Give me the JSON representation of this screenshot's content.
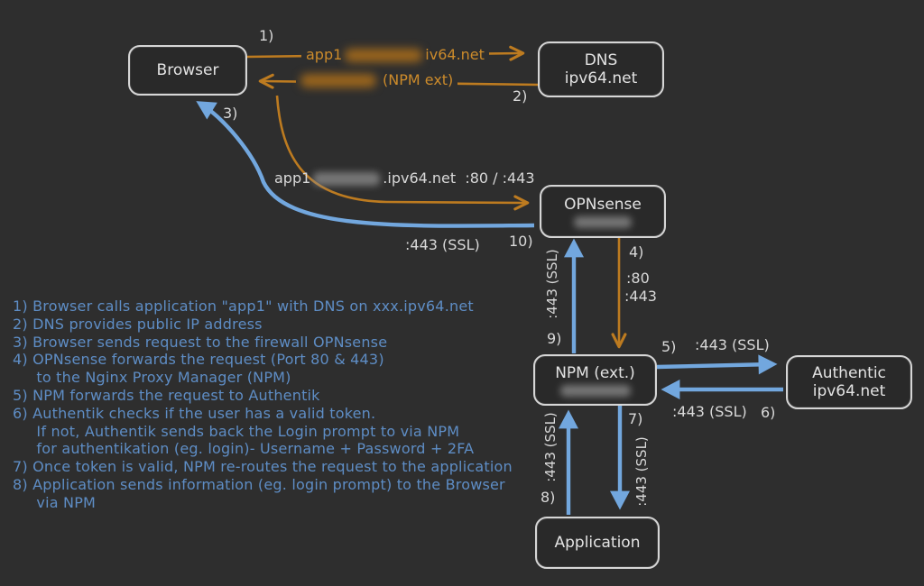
{
  "colors": {
    "background": "#2e2e2e",
    "orange_arrow": "#bd7b20",
    "orange_text": "#cc8b2b",
    "blue_arrow": "#72a7de",
    "legend_text": "#5e8dc5",
    "white_text": "#d9d9d9",
    "box_border": "#d6d6d6"
  },
  "nodes": {
    "browser": {
      "label": "Browser"
    },
    "dns": {
      "line1": "DNS",
      "line2": "ipv64.net"
    },
    "opnsense": {
      "line1": "OPNsense",
      "line2_redacted": true
    },
    "npm": {
      "line1": "NPM (ext.)",
      "line2_redacted": true
    },
    "authentik": {
      "line1": "Authentic",
      "line2": "ipv64.net"
    },
    "application": {
      "label": "Application"
    }
  },
  "edges": {
    "browser_to_dns": {
      "num": "1)",
      "prefix": "app1",
      "suffix": "iv64.net"
    },
    "dns_to_browser": {
      "num": "2)",
      "suffix": "(NPM ext)"
    },
    "browser_to_opnsense": {
      "num": "3)",
      "prefix": "app1",
      "suffix": ".ipv64.net  :80 / :443"
    },
    "opnsense_to_browser": {
      "num": "10)",
      "label": ":443 (SSL)"
    },
    "opnsense_to_npm": {
      "num": "4)",
      "port1": ":80",
      "port2": ":443"
    },
    "npm_to_opnsense": {
      "num": "9)",
      "label": ":443 (SSL)"
    },
    "npm_to_authentik": {
      "num": "5)",
      "label": ":443 (SSL)"
    },
    "authentik_to_npm": {
      "num": "6)",
      "label": ":443 (SSL)"
    },
    "npm_to_application": {
      "num": "7)",
      "label": ":443 (SSL)"
    },
    "application_to_npm": {
      "num": "8)",
      "label": ":443 (SSL)"
    }
  },
  "legend": {
    "lines": [
      "1) Browser calls application \"app1\" with DNS on xxx.ipv64.net",
      "2) DNS provides public IP address",
      "3) Browser sends request to the firewall OPNsense",
      "4) OPNsense forwards the request (Port 80 & 443)",
      "     to the Nginx Proxy Manager (NPM)",
      "5) NPM forwards the request to Authentik",
      "6) Authentik checks if the user has a valid token.",
      "     If not, Authentik sends back the Login prompt to via NPM",
      "     for authentikation (eg. login)- Username + Password + 2FA",
      "7) Once token is valid, NPM re-routes the request to the application",
      "8) Application sends information (eg. login prompt) to the Browser",
      "     via NPM"
    ]
  }
}
